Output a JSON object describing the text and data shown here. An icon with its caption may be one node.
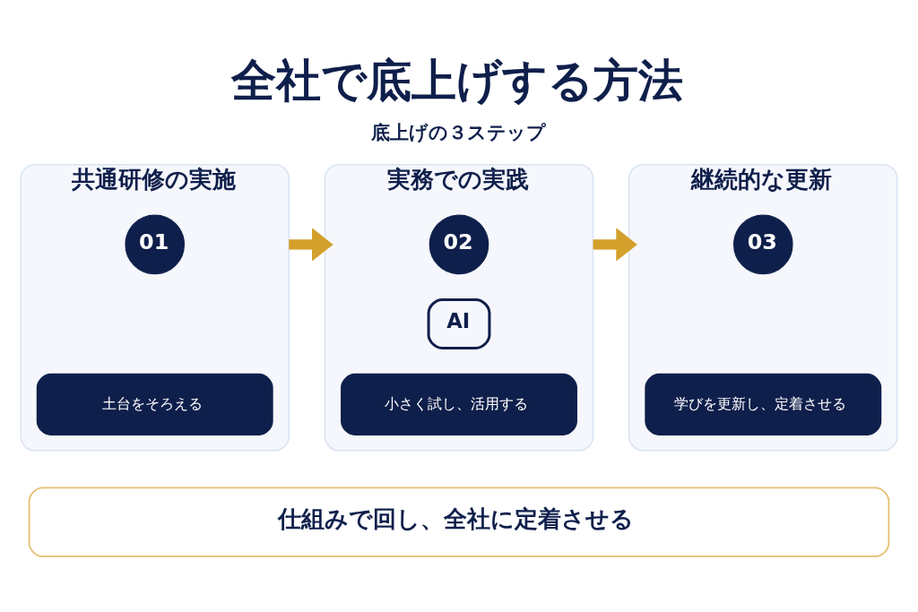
{
  "diagram": {
    "title": "全社で底上げする方法",
    "nodes": [
      {
        "text": [
          "共通研修の実施"
        ]
      },
      {
        "text": [
          "01"
        ],
        "in": 0
      },
      {
        "text": [
          "土台をそろえる"
        ],
        "in": 0
      },
      {
        "text": [
          "実務での実践"
        ]
      },
      {
        "text": [
          "02"
        ],
        "in": 3
      },
      {
        "text": [
          "AI"
        ],
        "in": 3
      },
      {
        "text": [
          "小さく試し、活用する"
        ],
        "in": 3
      },
      {
        "text": [
          "継続的な更新"
        ]
      },
      {
        "text": [
          "03"
        ],
        "in": 7
      },
      {
        "text": [
          "学びを更新し、定着させる"
        ],
        "in": 7
      },
      {
        "text": [
          "仕組みで回し、全社に定着させる"
        ]
      }
    ],
    "edges": [
      {
        "from": 0,
        "to": 3,
        "arrow": "to"
      },
      {
        "from": 3,
        "to": 7,
        "arrow": "to"
      }
    ],
    "labels": [
      "底上げの３ステップ"
    ]
  }
}
